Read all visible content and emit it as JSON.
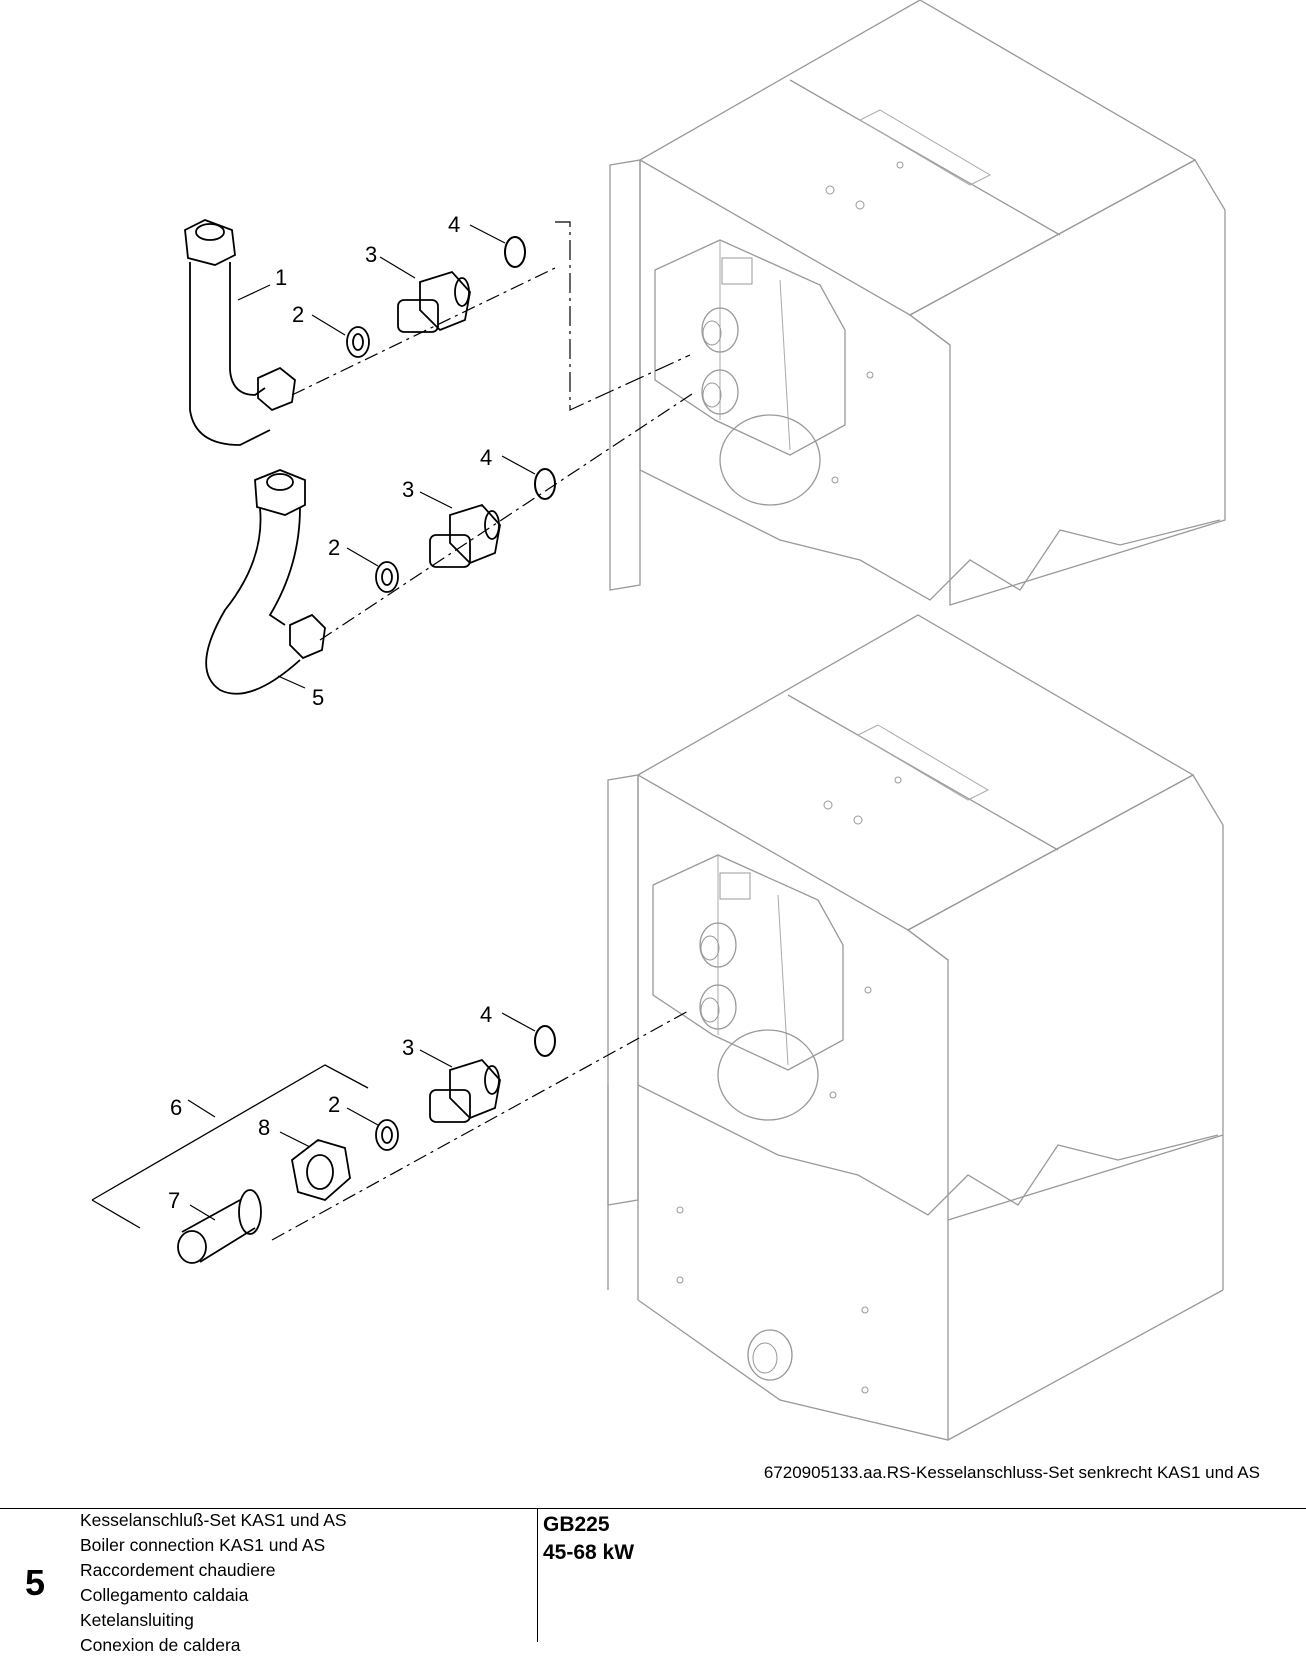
{
  "drawing": {
    "callouts": {
      "c1": "1",
      "c2a": "2",
      "c3a": "3",
      "c4a": "4",
      "c2b": "2",
      "c3b": "3",
      "c4b": "4",
      "c5": "5",
      "c2c": "2",
      "c3c": "3",
      "c4c": "4",
      "c6": "6",
      "c7": "7",
      "c8": "8"
    },
    "caption": "6720905133.aa.RS-Kesselanschluss-Set senkrecht KAS1 und AS"
  },
  "footer": {
    "section_number": "5",
    "descriptions": [
      "Kesselanschluß-Set KAS1 und AS",
      "Boiler connection KAS1 und AS",
      "Raccordement chaudiere",
      "Collegamento caldaia",
      "Ketelansluiting",
      "Conexion de caldera"
    ],
    "model": "GB225",
    "power": "45-68 kW"
  }
}
